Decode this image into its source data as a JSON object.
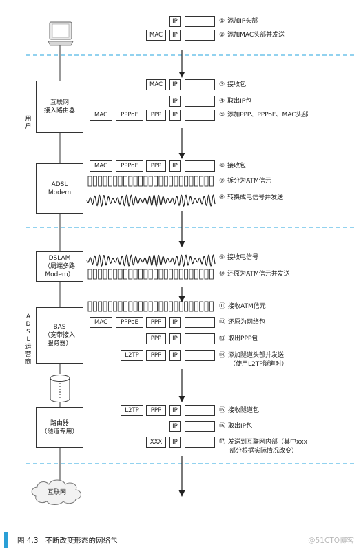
{
  "devices": {
    "router": [
      "互联网",
      "接入路由器"
    ],
    "modem": [
      "ADSL",
      "Modem"
    ],
    "dslam": [
      "DSLAM",
      "（局端多路",
      "Modem）"
    ],
    "bas": [
      "BAS",
      "（宽带接入",
      "服务器）"
    ],
    "tunnel_router": [
      "路由器",
      "（隧道专用）"
    ],
    "internet_cloud": "互联网"
  },
  "side_labels": {
    "user": "用户",
    "operator": "ADSL运营商"
  },
  "fields": {
    "ip": "IP",
    "mac": "MAC",
    "pppoe": "PPPoE",
    "ppp": "PPP",
    "l2tp": "L2TP",
    "xxx": "XXX"
  },
  "steps": [
    {
      "num": "①",
      "text": "添加IP头部"
    },
    {
      "num": "②",
      "text": "添加MAC头部并发送"
    },
    {
      "num": "③",
      "text": "接收包"
    },
    {
      "num": "④",
      "text": "取出IP包"
    },
    {
      "num": "⑤",
      "text": "添加PPP、PPPoE、MAC头部"
    },
    {
      "num": "⑥",
      "text": "接收包"
    },
    {
      "num": "⑦",
      "text": "拆分为ATM信元"
    },
    {
      "num": "⑧",
      "text": "转换成电信号并发送"
    },
    {
      "num": "⑨",
      "text": "接收电信号"
    },
    {
      "num": "⑩",
      "text": "还原为ATM信元并发送"
    },
    {
      "num": "⑪",
      "text": "接收ATM信元"
    },
    {
      "num": "⑫",
      "text": "还原为网络包"
    },
    {
      "num": "⑬",
      "text": "取出PPP包"
    },
    {
      "num": "⑭",
      "text": "添加隧道头部并发送",
      "text2": "（使用L2TP隧道时）"
    },
    {
      "num": "⑮",
      "text": "接收隧道包"
    },
    {
      "num": "⑯",
      "text": "取出IP包"
    },
    {
      "num": "⑰",
      "text": "发送到互联网内部（其中xxx",
      "text2": "部分根据实际情况改变）"
    }
  ],
  "caption": {
    "figure": "图 4.3",
    "title": "不断改变形态的网络包",
    "watermark": "@51CTO博客"
  },
  "colors": {
    "dashed_line": "#6ec3ea",
    "caption_bar": "#2a9fd6",
    "line": "#333333"
  }
}
